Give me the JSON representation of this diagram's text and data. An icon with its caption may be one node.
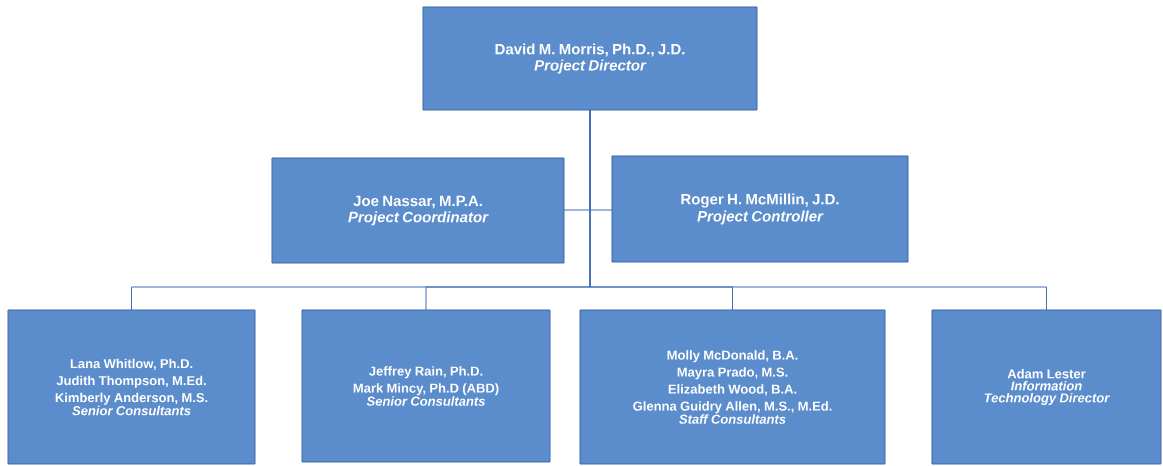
{
  "diagram": {
    "nodes": [
      {
        "text": [
          "David M. Morris, Ph.D., J.D.",
          "Project Director"
        ]
      },
      {
        "text": [
          "Joe Nassar, M.P.A.",
          "Project Coordinator"
        ]
      },
      {
        "text": [
          "Roger H. McMillin, J.D.",
          "Project Controller"
        ]
      },
      {
        "text": [
          "Lana Whitlow, Ph.D.",
          "Judith Thompson, M.Ed.",
          "Kimberly Anderson, M.S.",
          "Senior Consultants"
        ]
      },
      {
        "text": [
          "Jeffrey Rain, Ph.D.",
          "Mark Mincy, Ph.D (ABD)",
          "Senior Consultants"
        ]
      },
      {
        "text": [
          "Molly McDonald, B.A.",
          "Mayra Prado, M.S.",
          "Elizabeth Wood, B.A.",
          "Glenna Guidry Allen, M.S., M.Ed.",
          "Staff Consultants"
        ]
      },
      {
        "text": [
          "Adam Lester",
          "Information Technology Director"
        ]
      }
    ],
    "edges": [
      {
        "from": 0,
        "to": 1,
        "arrow": "none"
      },
      {
        "from": 0,
        "to": 2,
        "arrow": "none"
      },
      {
        "from": 0,
        "to": 3,
        "arrow": "none"
      },
      {
        "from": 0,
        "to": 4,
        "arrow": "none"
      },
      {
        "from": 0,
        "to": 5,
        "arrow": "none"
      },
      {
        "from": 0,
        "to": 6,
        "arrow": "none"
      }
    ]
  }
}
